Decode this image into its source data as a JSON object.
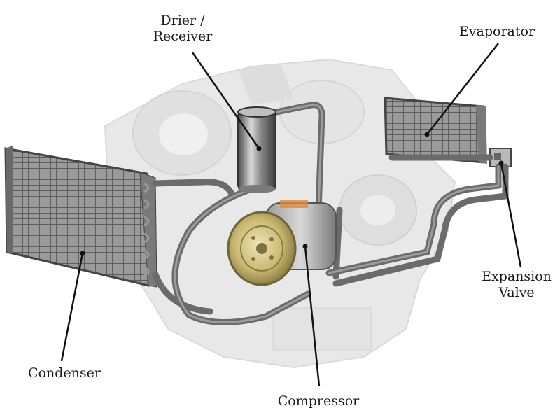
{
  "labels": {
    "drier_line1": "Drier /",
    "drier_line2": "Receiver",
    "evaporator": "Evaporator",
    "expansion_line1": "Expansion",
    "expansion_line2": "Valve",
    "condenser": "Condenser",
    "compressor": "Compressor"
  },
  "colors": {
    "engine": "#dadada",
    "metal_dark": "#5a5a5a",
    "metal_light": "#bdbdbd",
    "hose": "#6b6b6b",
    "pulley": "#c9b870",
    "leader": "#111111"
  }
}
